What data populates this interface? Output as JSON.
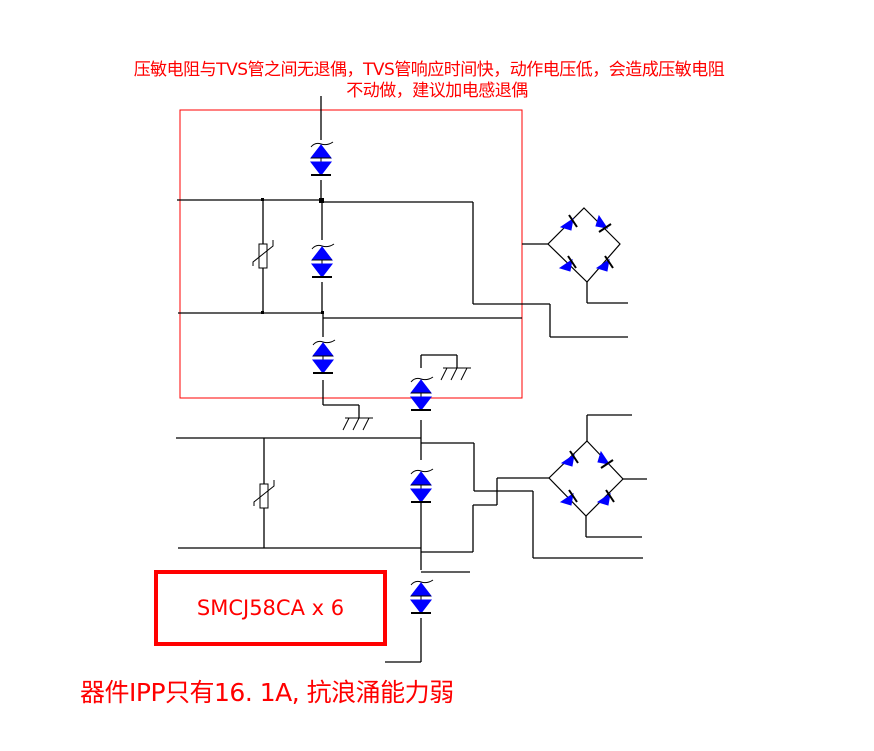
{
  "annotations": {
    "top_line1": "压敏电阻与TVS管之间无退偶，TVS管响应时间快，动作电压低，会造成压敏电阻",
    "top_line2": "不动做，建议加电感退偶",
    "part_label": "SMCJ58CA x 6",
    "bottom_note": "器件IPP只有16. 1A, 抗浪涌能力弱"
  },
  "colors": {
    "annotation": "#ff0000",
    "diode_fill": "#0000ff",
    "wire": "#000000"
  },
  "components": {
    "tvs_diodes": 6,
    "varistors": 2,
    "bridge_rectifiers": 2,
    "ground_symbols": 2
  }
}
